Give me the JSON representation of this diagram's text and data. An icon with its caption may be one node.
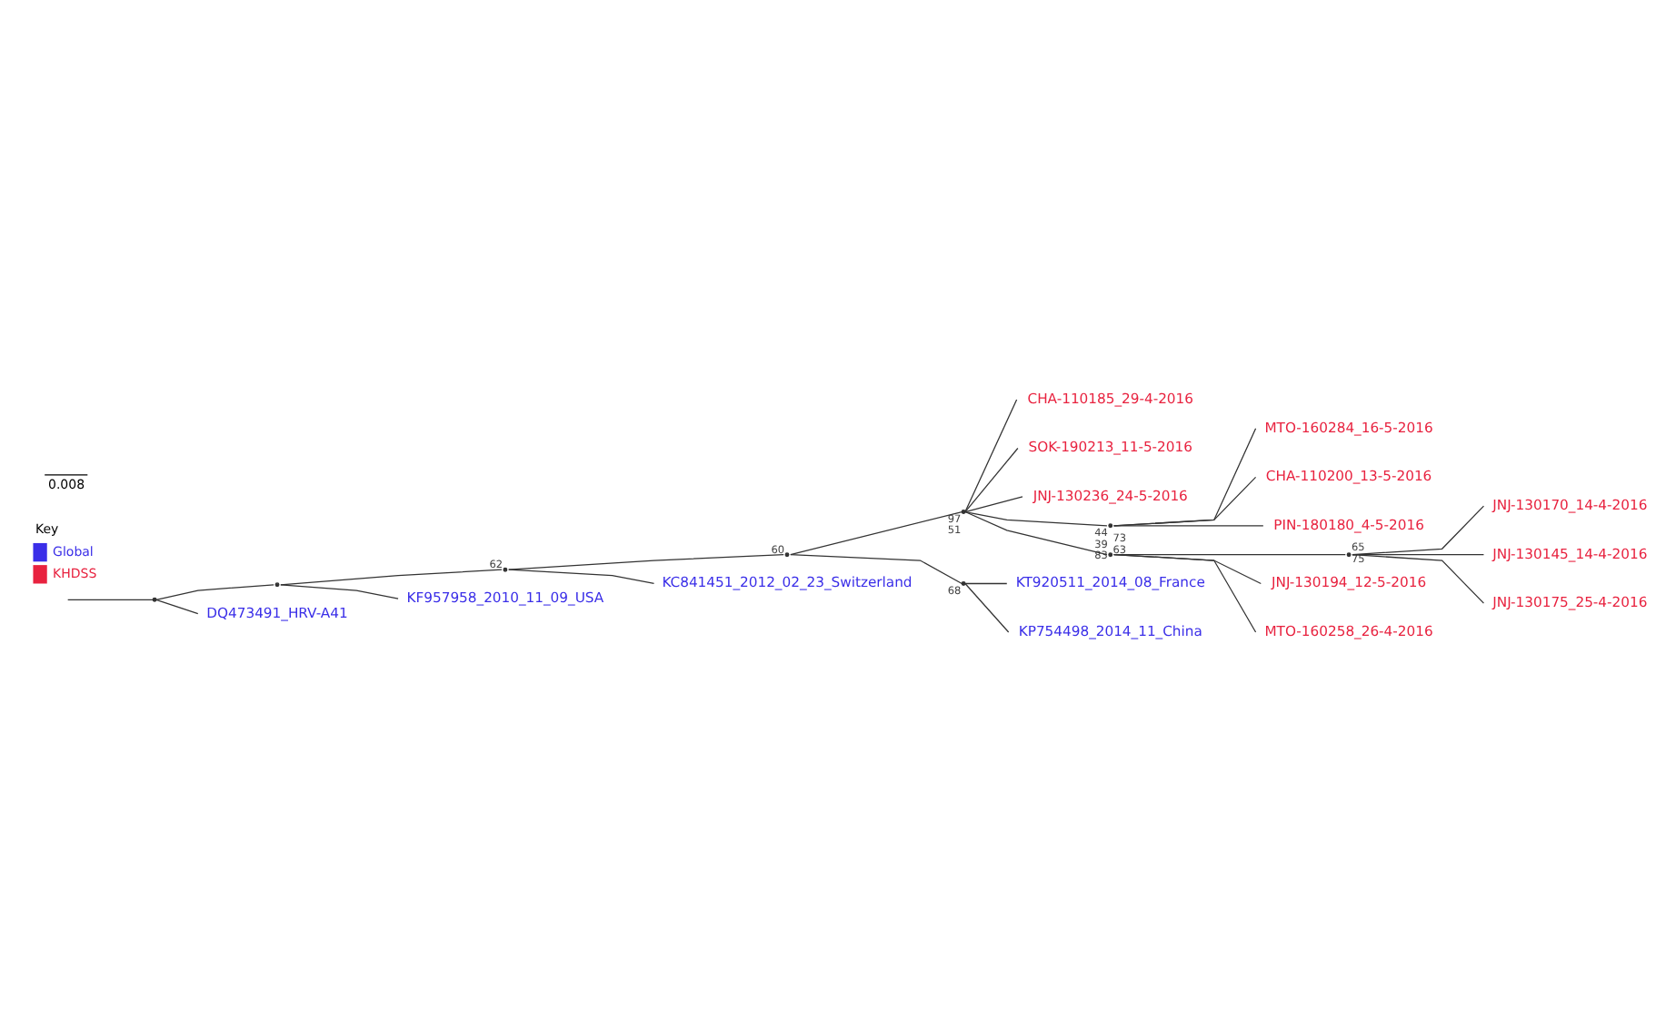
{
  "diagram": {
    "nodes": [
      {
        "text": [
          "CHA-110185_29-4-2016"
        ]
      },
      {
        "text": [
          "SOK-190213_11-5-2016"
        ]
      },
      {
        "text": [
          "JNJ-130236_24-5-2016"
        ]
      },
      {
        "text": [
          "MTO-160284_16-5-2016"
        ]
      },
      {
        "text": [
          "CHA-110200_13-5-2016"
        ]
      },
      {
        "text": [
          "PIN-180180_4-5-2016"
        ]
      },
      {
        "text": [
          "JNJ-130170_14-4-2016"
        ]
      },
      {
        "text": [
          "JNJ-130145_14-4-2016"
        ]
      },
      {
        "text": [
          "JNJ-130175_25-4-2016"
        ]
      },
      {
        "text": [
          "JNJ-130194_12-5-2016"
        ]
      },
      {
        "text": [
          "MTO-160258_26-4-2016"
        ]
      },
      {
        "text": [
          "KT920511_2014_08_France"
        ]
      },
      {
        "text": [
          "KP754498_2014_11_China"
        ]
      },
      {
        "text": [
          "KC841451_2012_02_23_Switzerland"
        ]
      },
      {
        "text": [
          "KF957958_2010_11_09_USA"
        ]
      },
      {
        "text": [
          "DQ473491_HRV-A41"
        ]
      },
      {
        "text": [],
        "shape": "point"
      },
      {
        "text": [],
        "shape": "point"
      },
      {
        "text": [],
        "shape": "point",
        "beside": [
          "62"
        ]
      },
      {
        "text": [],
        "shape": "point",
        "beside": [
          "60"
        ]
      },
      {
        "text": [],
        "shape": "point",
        "beside": [
          "97",
          "51"
        ]
      },
      {
        "text": [],
        "shape": "point",
        "beside": [
          "44",
          "39",
          "83"
        ]
      },
      {
        "text": [],
        "shape": "point",
        "beside": [
          "73",
          "63"
        ]
      },
      {
        "text": [],
        "shape": "point",
        "beside": [
          "65",
          "75"
        ]
      },
      {
        "text": [],
        "shape": "point",
        "beside": [
          "68"
        ]
      }
    ],
    "edges": [
      {
        "from": null,
        "to": 16,
        "arrow": "none"
      },
      {
        "from": 16,
        "to": 17,
        "arrow": "none"
      },
      {
        "from": 16,
        "to": 15,
        "arrow": "none"
      },
      {
        "from": 17,
        "to": 18,
        "arrow": "none"
      },
      {
        "from": 17,
        "to": 14,
        "arrow": "none"
      },
      {
        "from": 18,
        "to": 19,
        "arrow": "none"
      },
      {
        "from": 18,
        "to": 13,
        "arrow": "none"
      },
      {
        "from": 19,
        "to": 20,
        "arrow": "none"
      },
      {
        "from": 19,
        "to": 24,
        "arrow": "none"
      },
      {
        "from": 24,
        "to": 11,
        "arrow": "none"
      },
      {
        "from": 24,
        "to": 12,
        "arrow": "none"
      },
      {
        "from": 20,
        "to": 0,
        "arrow": "none"
      },
      {
        "from": 20,
        "to": 1,
        "arrow": "none"
      },
      {
        "from": 20,
        "to": 2,
        "arrow": "none"
      },
      {
        "from": 20,
        "to": 21,
        "arrow": "none"
      },
      {
        "from": 21,
        "to": 3,
        "arrow": "none"
      },
      {
        "from": 21,
        "to": 4,
        "arrow": "none"
      },
      {
        "from": 21,
        "to": 5,
        "arrow": "none"
      },
      {
        "from": 20,
        "to": 22,
        "arrow": "none"
      },
      {
        "from": 22,
        "to": 23,
        "arrow": "none"
      },
      {
        "from": 23,
        "to": 6,
        "arrow": "none"
      },
      {
        "from": 23,
        "to": 7,
        "arrow": "none"
      },
      {
        "from": 23,
        "to": 8,
        "arrow": "none"
      },
      {
        "from": 22,
        "to": 9,
        "arrow": "none"
      },
      {
        "from": 22,
        "to": 10,
        "arrow": "none"
      }
    ],
    "labels": [
      "Key",
      "0.008"
    ],
    "legend": [
      {
        "text": "Global",
        "color": "#3a2ee8"
      },
      {
        "text": "KHDSS",
        "color": "#e8223f"
      }
    ]
  }
}
